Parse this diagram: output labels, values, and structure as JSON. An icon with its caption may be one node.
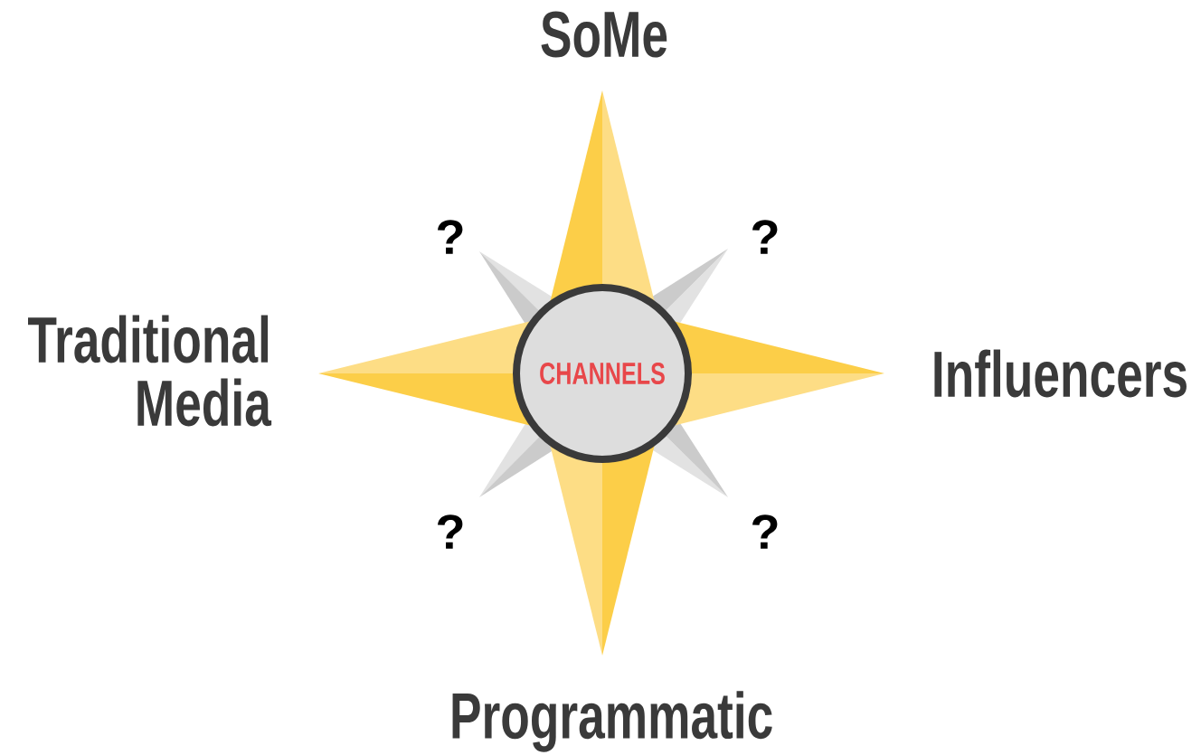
{
  "diagram": {
    "nodes": [
      {
        "text": [
          "CHANNELS"
        ]
      }
    ],
    "labels": [
      "SoMe",
      "?",
      "?",
      "Traditional Media",
      "Influencers",
      "?",
      "?",
      "Programmatic"
    ]
  }
}
